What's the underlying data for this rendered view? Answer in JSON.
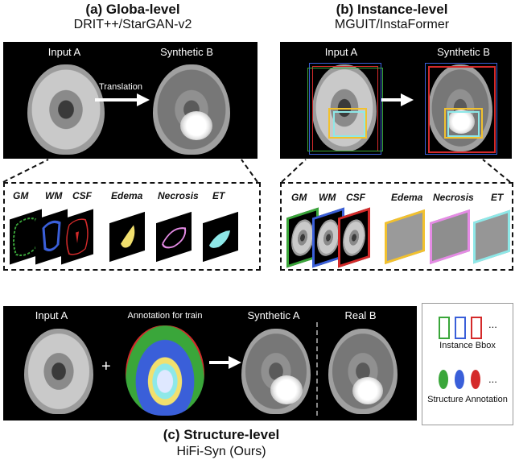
{
  "panel_a": {
    "title": "(a) Globa-level",
    "subtitle": "DRIT++/StarGAN-v2",
    "input_label": "Input A",
    "output_label": "Synthetic B",
    "arrow_label": "Translation"
  },
  "panel_b": {
    "title": "(b) Instance-level",
    "subtitle": "MGUIT/InstaFormer",
    "input_label": "Input A",
    "output_label": "Synthetic B"
  },
  "structure_labels": {
    "gm": "GM",
    "wm": "WM",
    "csf": "CSF",
    "edema": "Edema",
    "necrosis": "Necrosis",
    "et": "ET"
  },
  "instance_labels": {
    "gm": "GM",
    "wm": "WM",
    "csf": "CSF",
    "edema": "Edema",
    "necrosis": "Necrosis",
    "et": "ET"
  },
  "panel_c": {
    "title": "(c) Structure-level",
    "subtitle": "HiFi-Syn (Ours)",
    "input_label": "Input A",
    "plus": "+",
    "annotation_label": "Annotation for train",
    "synthetic_label": "Synthetic A",
    "real_label": "Real B"
  },
  "legend": {
    "bbox_label": "Instance Bbox",
    "annotation_label": "Structure Annotation",
    "ellipsis": "..."
  },
  "colors": {
    "gm": "#3aa63a",
    "wm": "#3a5fd9",
    "csf": "#d42a2a",
    "edema": "#f2c12e",
    "necrosis": "#e58be5",
    "et": "#8ee8e8",
    "annot_bg": "#3f8fa6"
  }
}
